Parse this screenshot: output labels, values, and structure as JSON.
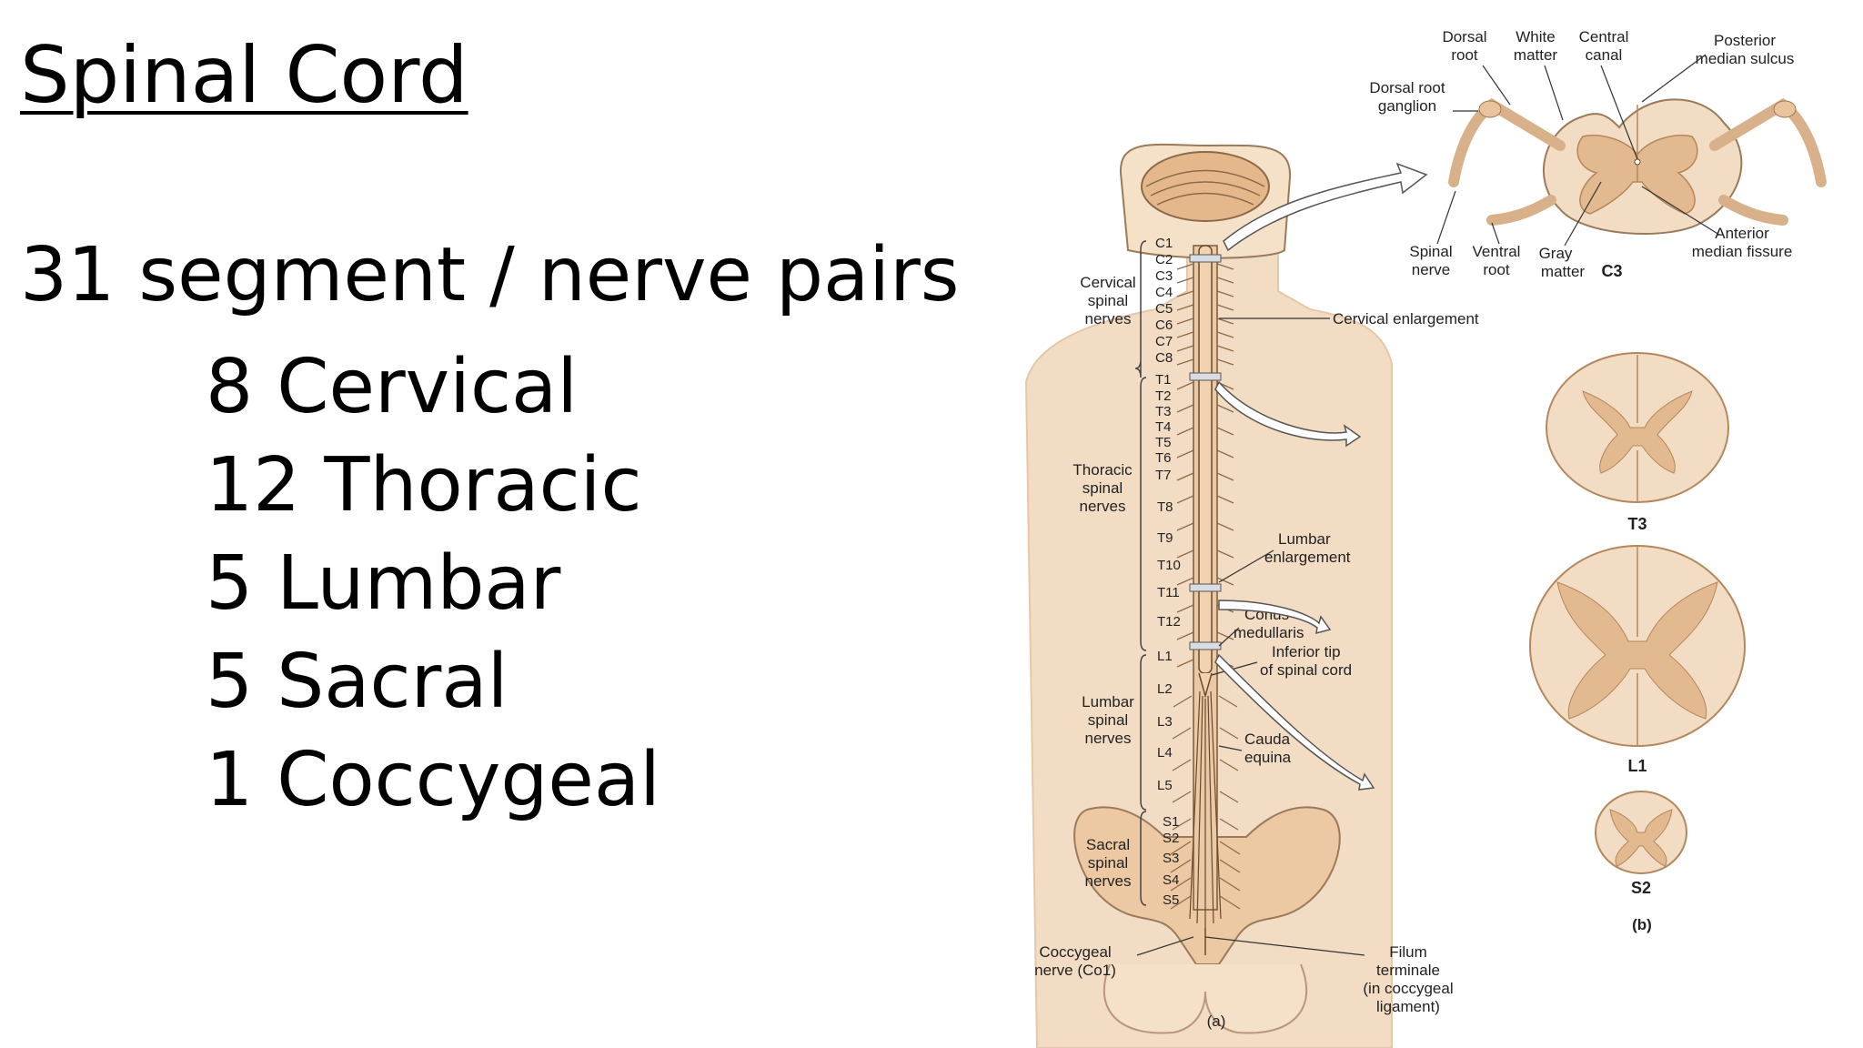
{
  "slide": {
    "title": "Spinal Cord",
    "subtitle": "31 segment / nerve pairs",
    "items": [
      "8 Cervical",
      "12 Thoracic",
      "5 Lumbar",
      "5 Sacral",
      "1 Coccygeal"
    ]
  },
  "figure": {
    "cross_section_labels": {
      "dorsal_root": [
        "Dorsal",
        "root"
      ],
      "white_matter": [
        "White",
        "matter"
      ],
      "central_canal": [
        "Central",
        "canal"
      ],
      "posterior_median_sulcus": [
        "Posterior",
        "median sulcus"
      ],
      "dorsal_root_ganglion": [
        "Dorsal root",
        "ganglion"
      ],
      "spinal_nerve": [
        "Spinal",
        "nerve"
      ],
      "ventral_root": [
        "Ventral",
        "root"
      ],
      "gray_matter": [
        "Gray",
        "matter"
      ],
      "anterior_median_fissure": [
        "Anterior",
        "median fissure"
      ],
      "c3": "C3",
      "t3": "T3",
      "l1": "L1",
      "s2": "S2",
      "panel_b": "(b)",
      "panel_a": "(a)"
    },
    "body_labels": {
      "cervical_nerves": [
        "Cervical",
        "spinal",
        "nerves"
      ],
      "thoracic_nerves": [
        "Thoracic",
        "spinal",
        "nerves"
      ],
      "lumbar_nerves": [
        "Lumbar",
        "spinal",
        "nerves"
      ],
      "sacral_nerves": [
        "Sacral",
        "spinal",
        "nerves"
      ],
      "coccygeal_nerve": [
        "Coccygeal",
        "nerve (Co1)"
      ],
      "cervical_enlargement": "Cervical enlargement",
      "lumbar_enlargement": [
        "Lumbar",
        "enlargement"
      ],
      "conus_medullaris": [
        "Conus",
        "medullaris"
      ],
      "inferior_tip": [
        "Inferior tip",
        "of spinal cord"
      ],
      "cauda_equina": [
        "Cauda",
        "equina"
      ],
      "filum_terminale": [
        "Filum",
        "terminale",
        "(in coccygeal",
        "ligament)"
      ]
    },
    "segments": {
      "cervical": [
        "C1",
        "C2",
        "C3",
        "C4",
        "C5",
        "C6",
        "C7",
        "C8"
      ],
      "thoracic": [
        "T1",
        "T2",
        "T3",
        "T4",
        "T5",
        "T6",
        "T7",
        "T8",
        "T9",
        "T10",
        "T11",
        "T12"
      ],
      "lumbar": [
        "L1",
        "L2",
        "L3",
        "L4",
        "L5"
      ],
      "sacral": [
        "S1",
        "S2",
        "S3",
        "S4",
        "S5"
      ]
    },
    "colors": {
      "skin": "#f3dcc4",
      "bone": "#ecc9a3",
      "gray_matter": "#e3b98f",
      "cord": "#f1d3b2"
    }
  }
}
